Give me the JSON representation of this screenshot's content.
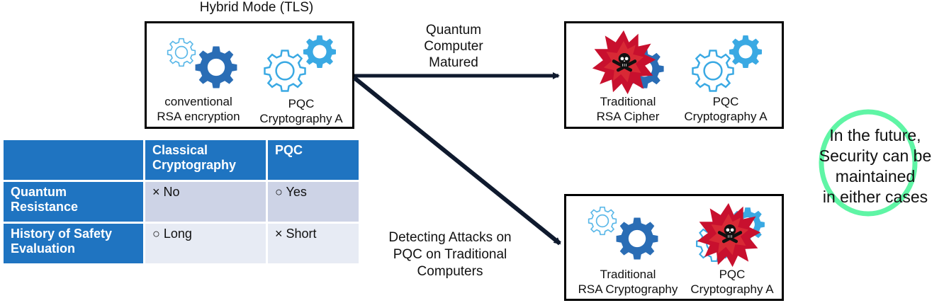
{
  "hybrid": {
    "title": "Hybrid Mode (TLS)",
    "left_label_1": "conventional",
    "left_label_2": "RSA encryption",
    "right_label_1": "PQC",
    "right_label_2": "Cryptography A"
  },
  "arrow_top": {
    "line1": "Quantum",
    "line2": "Computer",
    "line3": "Matured"
  },
  "arrow_bottom": {
    "line1": "Detecting Attacks on",
    "line2": "PQC on Traditional",
    "line3": "Computers"
  },
  "box_top": {
    "left_label_1": "Traditional",
    "left_label_2": "RSA Cipher",
    "right_label_1": "PQC",
    "right_label_2": "Cryptography A"
  },
  "box_bottom": {
    "left_label_1": "Traditional",
    "left_label_2": "RSA Cryptography",
    "right_label_1": "PQC",
    "right_label_2": "Cryptography A"
  },
  "table": {
    "headers": [
      "",
      "Classical Cryptography",
      "PQC"
    ],
    "rows": [
      {
        "label": "Quantum Resistance",
        "classical": "× No",
        "pqc": "○ Yes"
      },
      {
        "label": "History of Safety Evaluation",
        "classical": "○ Long",
        "pqc": "× Short"
      }
    ]
  },
  "conclusion": {
    "line1": "In the future,",
    "line2": "Security can be",
    "line3": "maintained",
    "line4": "in either cases"
  },
  "colors": {
    "gear_dark": "#2a6db5",
    "gear_light": "#3aa9e3",
    "gear_outline": "#5bb8e8",
    "burst": "#c8102e",
    "highlight_ring": "#5ff5a5",
    "table_blue": "#1f74c1"
  }
}
